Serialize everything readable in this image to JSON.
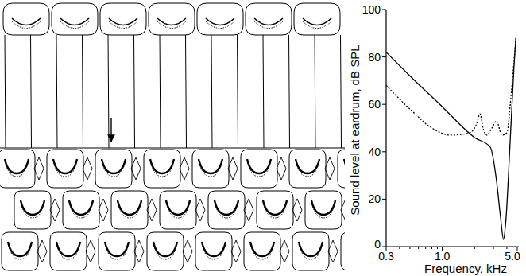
{
  "diagram": {
    "labels": [
      "100",
      "80",
      "60",
      "40",
      "20",
      "0",
      "Sound level at eardrum, dB SPL",
      "0.3",
      "1.0",
      "5.0",
      "Frequency, kHz"
    ]
  }
}
